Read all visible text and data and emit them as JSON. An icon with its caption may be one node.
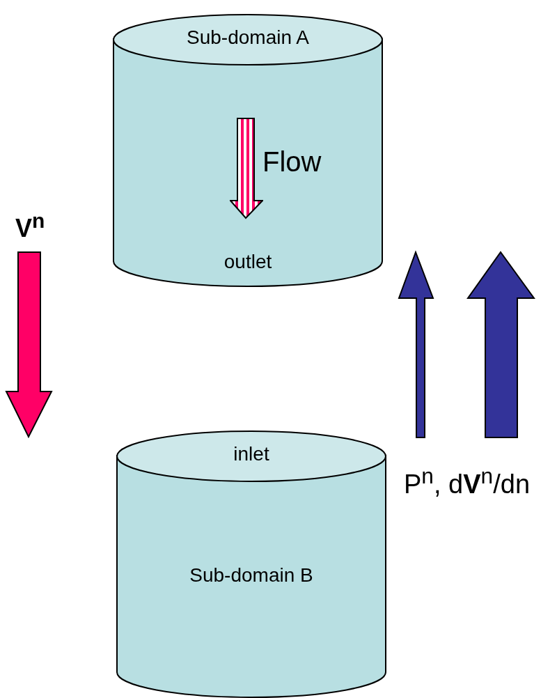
{
  "diagram": {
    "nodes": [
      {
        "text": [
          "Sub-domain A",
          "outlet"
        ]
      },
      {
        "text": [
          "inlet",
          "Sub-domain B"
        ]
      }
    ],
    "edges": [],
    "labels": [
      "Flow",
      "V$^{n}$",
      "P$^{n}$, d**V**$^{n}$/dn"
    ]
  }
}
